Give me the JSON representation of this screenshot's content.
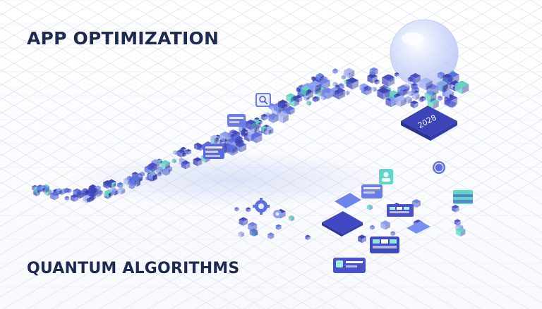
{
  "headline": "APP OPTIMIZATION",
  "subheadline": "QUANTUM ALGORITHMS",
  "year_tag": "2028",
  "colors": {
    "title": "#1f2a52",
    "grid": "#e4e9f3",
    "cube_blue": "#5b6fe0",
    "cube_indigo": "#4a4fc9",
    "cube_teal": "#5fd6c6",
    "cube_light": "#a9b8f5",
    "sphere": "#c9d4fb"
  },
  "icons": [
    "search-icon",
    "document-icon",
    "gear-icon",
    "user-icon",
    "chart-icon",
    "clock-icon",
    "layers-icon",
    "message-icon"
  ]
}
